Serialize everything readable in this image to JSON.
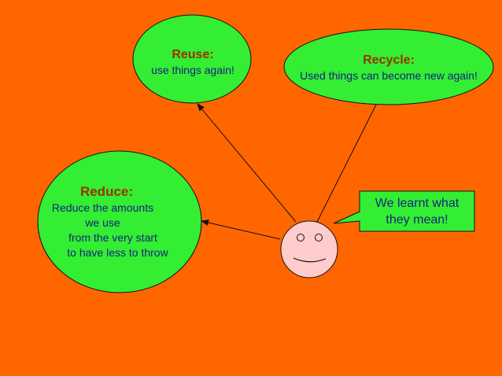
{
  "colors": {
    "background": "#FF6600",
    "bubble_fill": "#33EE33",
    "title_color": "#993300",
    "text_color": "#1a237e",
    "face_fill": "#FFCCCC"
  },
  "reuse": {
    "title": "Reuse:",
    "text": "use things again!"
  },
  "recycle": {
    "title": "Recycle:",
    "text": "Used things can become new again!"
  },
  "reduce": {
    "title": "Reduce:",
    "lines": [
      "Reduce the amounts",
      "we use",
      "from the very start",
      "to have less to throw"
    ]
  },
  "speech": {
    "lines": [
      "We learnt what",
      "they mean!"
    ]
  }
}
